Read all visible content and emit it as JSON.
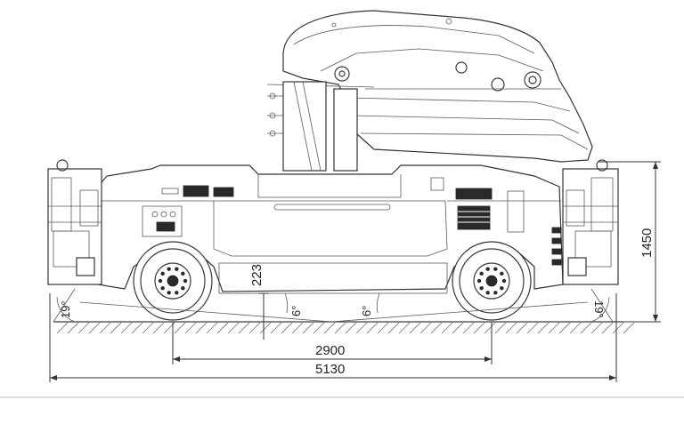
{
  "dimensions": {
    "overall_length": "5130",
    "wheelbase": "2900",
    "height": "1450",
    "ground_clearance": "223",
    "approach_angle": "19°",
    "departure_angle": "19°",
    "breakover_angle_left": "6°",
    "breakover_angle_right": "6°"
  },
  "colors": {
    "background": "#ffffff",
    "line": "#3a3a3a"
  }
}
